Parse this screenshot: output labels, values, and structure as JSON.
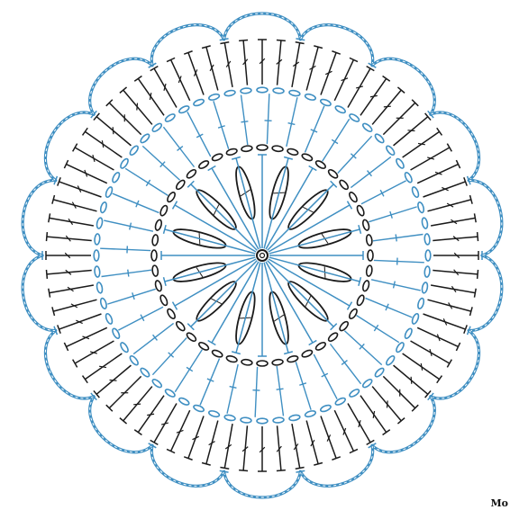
{
  "diagram": {
    "corner_text": "Mo",
    "colors": {
      "blue": "#3f8fc2",
      "black": "#1a1a1a",
      "background": "#ffffff"
    },
    "rounds": [
      {
        "name": "center-ring",
        "stitch": "chain-ring",
        "color": "black"
      },
      {
        "name": "round-1",
        "stitch": "spokes-with-bars",
        "count": 24,
        "color": "blue"
      },
      {
        "name": "round-2",
        "stitch": "puff-petals",
        "count": 12,
        "color": "black"
      },
      {
        "name": "round-3",
        "stitch": "spokes-with-bars",
        "count": 36,
        "color": "blue"
      },
      {
        "name": "round-4",
        "stitch": "double-crochet-fan",
        "count": 72,
        "color": "black"
      },
      {
        "name": "round-5",
        "stitch": "scallop-chain-loops",
        "count": 18,
        "color": "blue"
      }
    ]
  }
}
